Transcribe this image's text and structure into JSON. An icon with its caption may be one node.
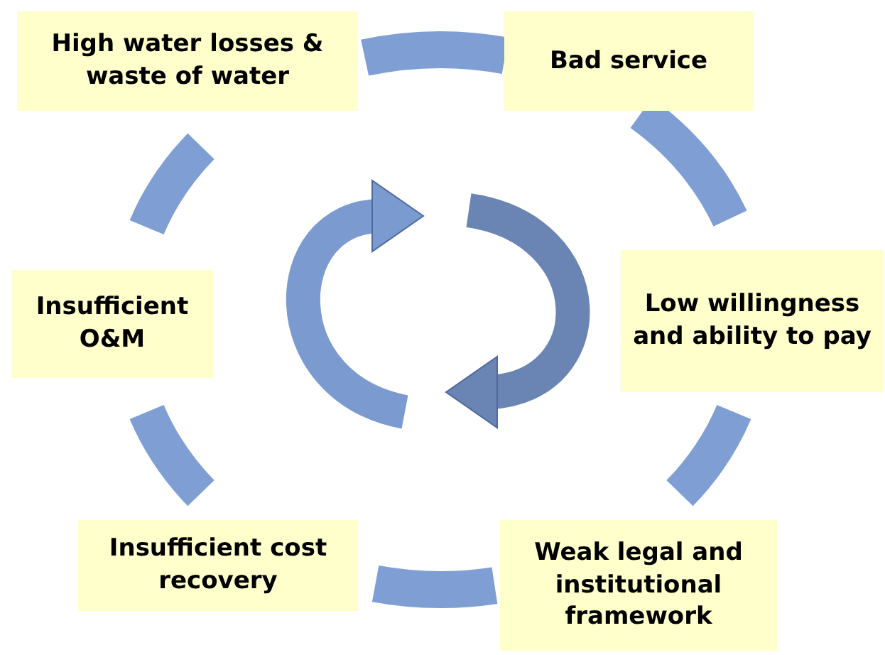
{
  "diagram": {
    "nodes": [
      {
        "text": [
          "High water losses & waste of water"
        ]
      },
      {
        "text": [
          "Bad service"
        ]
      },
      {
        "text": [
          "Low willingness and ability to pay"
        ]
      },
      {
        "text": [
          "Weak legal and institutional framework"
        ]
      },
      {
        "text": [
          "Insufficient cost recovery"
        ]
      },
      {
        "text": [
          "Insufficient O&M"
        ]
      }
    ],
    "edges": [
      {
        "from": 0,
        "to": 1,
        "arrow": "none"
      },
      {
        "from": 1,
        "to": 2,
        "arrow": "none"
      },
      {
        "from": 2,
        "to": 3,
        "arrow": "none"
      },
      {
        "from": 3,
        "to": 4,
        "arrow": "none"
      },
      {
        "from": 4,
        "to": 5,
        "arrow": "none"
      },
      {
        "from": 5,
        "to": 0,
        "arrow": "none"
      }
    ]
  }
}
